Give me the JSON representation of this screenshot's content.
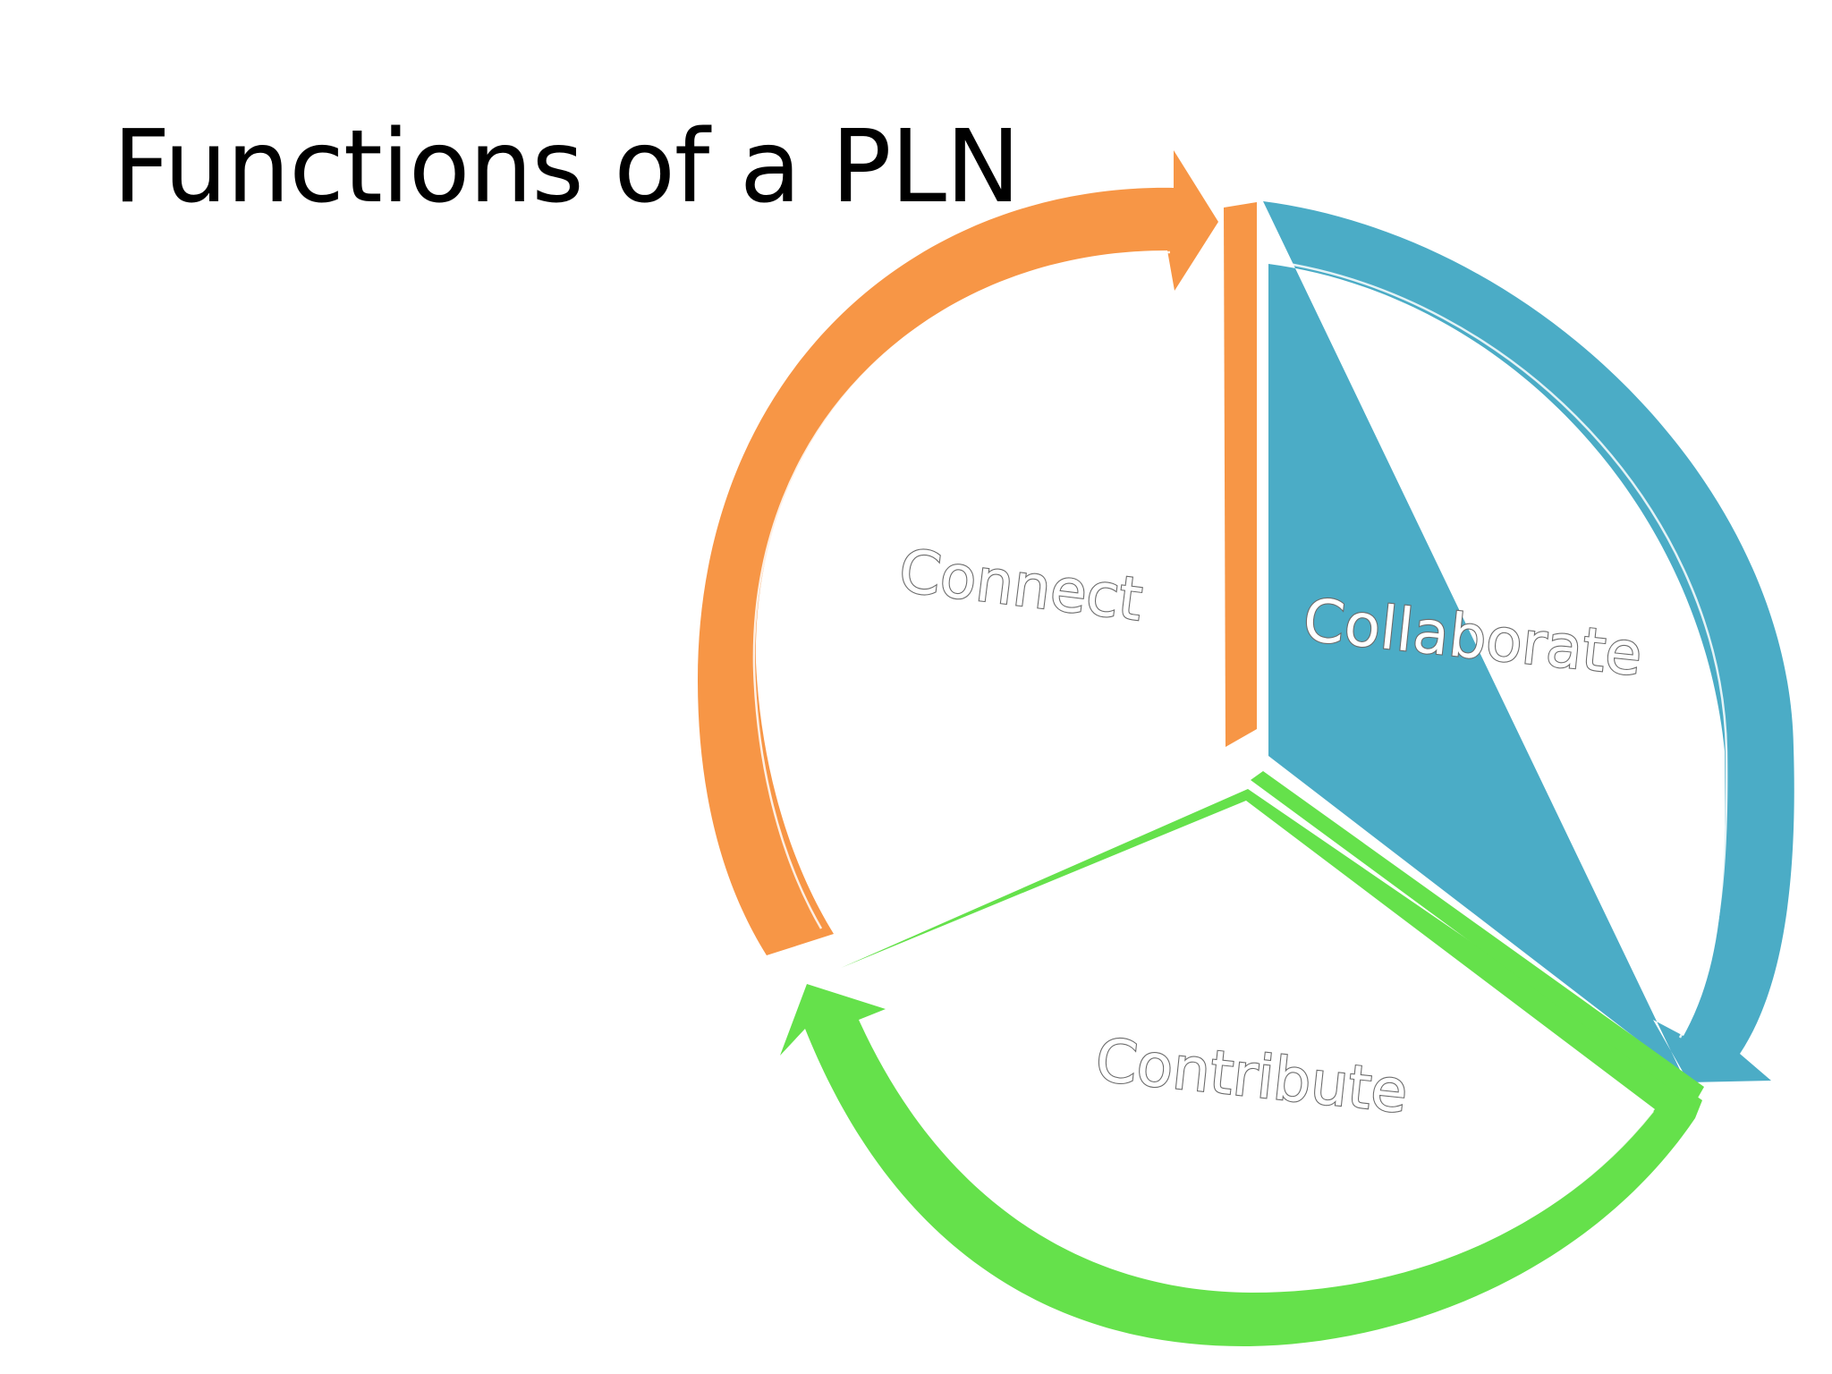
{
  "slide": {
    "title": "Functions of a PLN"
  },
  "cycle": {
    "segments": [
      {
        "key": "connect",
        "label": "Connect",
        "color": "#f79646"
      },
      {
        "key": "collaborate",
        "label": "Collaborate",
        "color": "#4bacc6"
      },
      {
        "key": "contribute",
        "label": "Contribute",
        "color": "#65e14b"
      }
    ]
  }
}
